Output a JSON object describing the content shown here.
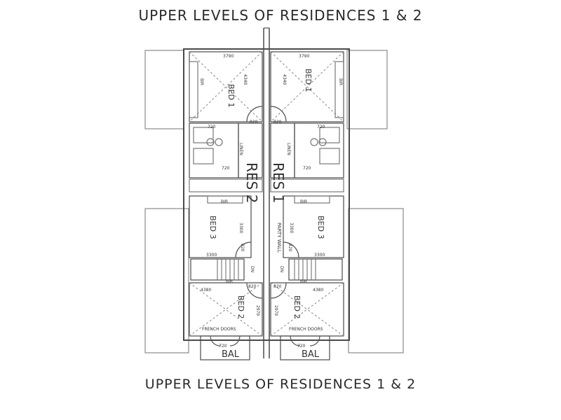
{
  "title_top": "UPPER LEVELS OF RESIDENCES 1 & 2",
  "title_bottom": "UPPER LEVELS OF RESIDENCES 1 & 2",
  "res_left": "RES 2",
  "res_right": "RES 1",
  "party_wall": "PARTY WALL",
  "rooms": {
    "bed1": "BED 1",
    "bed2": "BED 2",
    "bed3": "BED 3",
    "bir": "BIR",
    "linen": "LINEN",
    "french_doors": "FRENCH DOORS",
    "dn": "DN",
    "bal": "BAL"
  },
  "dims": {
    "bed1_width": "3790",
    "bed1_depth": "4340",
    "door_820": "820",
    "door_720": "720",
    "bed3_width": "3300",
    "bed3_depth": "3300",
    "bed2_width": "4380",
    "bed2_depth": "2970"
  },
  "colors": {
    "line": "#4a4a4a",
    "light": "#9a9a9a",
    "text": "#333333"
  }
}
